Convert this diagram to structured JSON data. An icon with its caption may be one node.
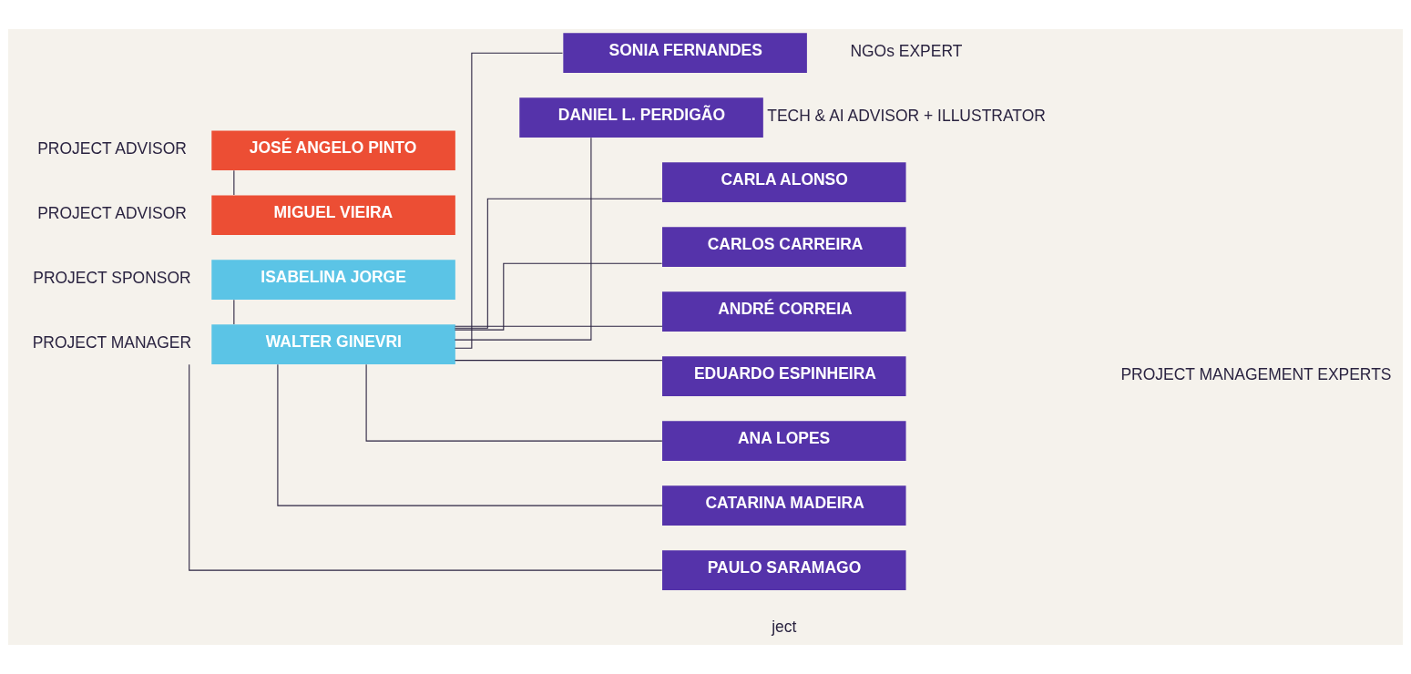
{
  "diagram": {
    "nodes": [
      {
        "text": [
          "ISABELINA JORGE"
        ],
        "beside": [
          "PROJECT SPONSOR"
        ]
      },
      {
        "text": [
          "WALTER GINEVRI"
        ],
        "beside": [
          "PROJECT MANAGER"
        ]
      },
      {
        "text": [
          "JOSÉ ANGELO PINTO"
        ],
        "beside": [
          "PROJECT ADVISOR"
        ]
      },
      {
        "text": [
          "MIGUEL VIEIRA"
        ],
        "beside": [
          "PROJECT ADVISOR"
        ]
      },
      {
        "text": [
          "SONIA FERNANDES"
        ],
        "beside": [
          "NGOs EXPERT"
        ]
      },
      {
        "text": [
          "DANIEL L. PERDIGÃO"
        ],
        "beside": [
          "TECH & AI ADVISOR + ILLUSTRATOR"
        ]
      },
      {
        "text": [
          "CARLA ALONSO"
        ]
      },
      {
        "text": [
          "CARLOS CARREIRA"
        ]
      },
      {
        "text": [
          "ANDRÉ CORREIA"
        ]
      },
      {
        "text": [
          "EDUARDO ESPINHEIRA"
        ]
      },
      {
        "text": [
          "ANA LOPES"
        ]
      },
      {
        "text": [
          "CATARINA MADEIRA"
        ]
      },
      {
        "text": [
          "PAULO SARAMAGO"
        ]
      }
    ],
    "edges": [
      {
        "from": 0,
        "to": 1,
        "arrow": "none"
      },
      {
        "from": 2,
        "to": 3,
        "arrow": "none"
      },
      {
        "from": 1,
        "to": 4,
        "arrow": "none"
      },
      {
        "from": 1,
        "to": 5,
        "arrow": "none"
      },
      {
        "from": 1,
        "to": 6,
        "arrow": "none"
      },
      {
        "from": 1,
        "to": 7,
        "arrow": "none"
      },
      {
        "from": 1,
        "to": 8,
        "arrow": "none"
      },
      {
        "from": 1,
        "to": 9,
        "arrow": "none"
      },
      {
        "from": 1,
        "to": 10,
        "arrow": "none"
      },
      {
        "from": 1,
        "to": 11,
        "arrow": "none"
      },
      {
        "from": 1,
        "to": 12,
        "arrow": "none"
      }
    ],
    "labels": [
      "PROJECT MANAGEMENT EXPERTS",
      "ject"
    ]
  }
}
